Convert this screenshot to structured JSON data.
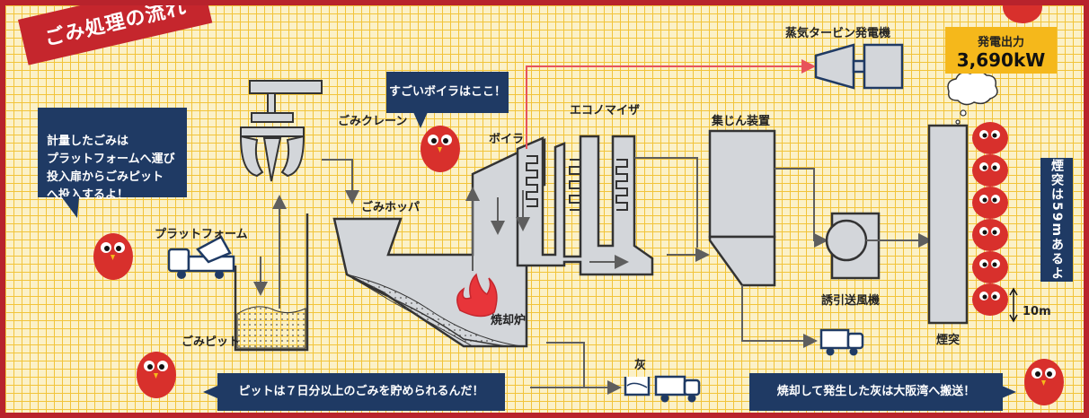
{
  "title": "ごみ処理の流れ",
  "bubbles": {
    "intro": "計量したごみは\nプラットフォームへ運び\n投入扉からごみピット\nへ投入するよ！",
    "boiler": "すごいボイラはここ！",
    "pit": "ピットは７日分以上のごみを貯められるんだ！",
    "ash": "焼却して発生した灰は大阪湾へ搬送！",
    "chimney": "煙突は59mあるよ"
  },
  "labels": {
    "platform": "プラットフォーム",
    "pit": "ごみピット",
    "crane": "ごみクレーン",
    "hopper": "ごみホッパ",
    "boiler": "ボイラ",
    "economizer": "エコノマイザ",
    "incinerator": "焼却炉",
    "ash": "灰",
    "dust_collector": "集じん装置",
    "fan": "誘引送風機",
    "turbine": "蒸気タービン発電機",
    "stack": "煙突",
    "scale": "10m"
  },
  "power": {
    "title": "発電出力",
    "value": "3,690kW"
  },
  "colors": {
    "border": "#b8232c",
    "grid": "#f2c43a",
    "navy": "#1f3a64",
    "equipment": "#d3d6da",
    "steam_line": "#e8535a",
    "flow_line": "#5e5e5e",
    "power_box": "#f5b81b"
  }
}
